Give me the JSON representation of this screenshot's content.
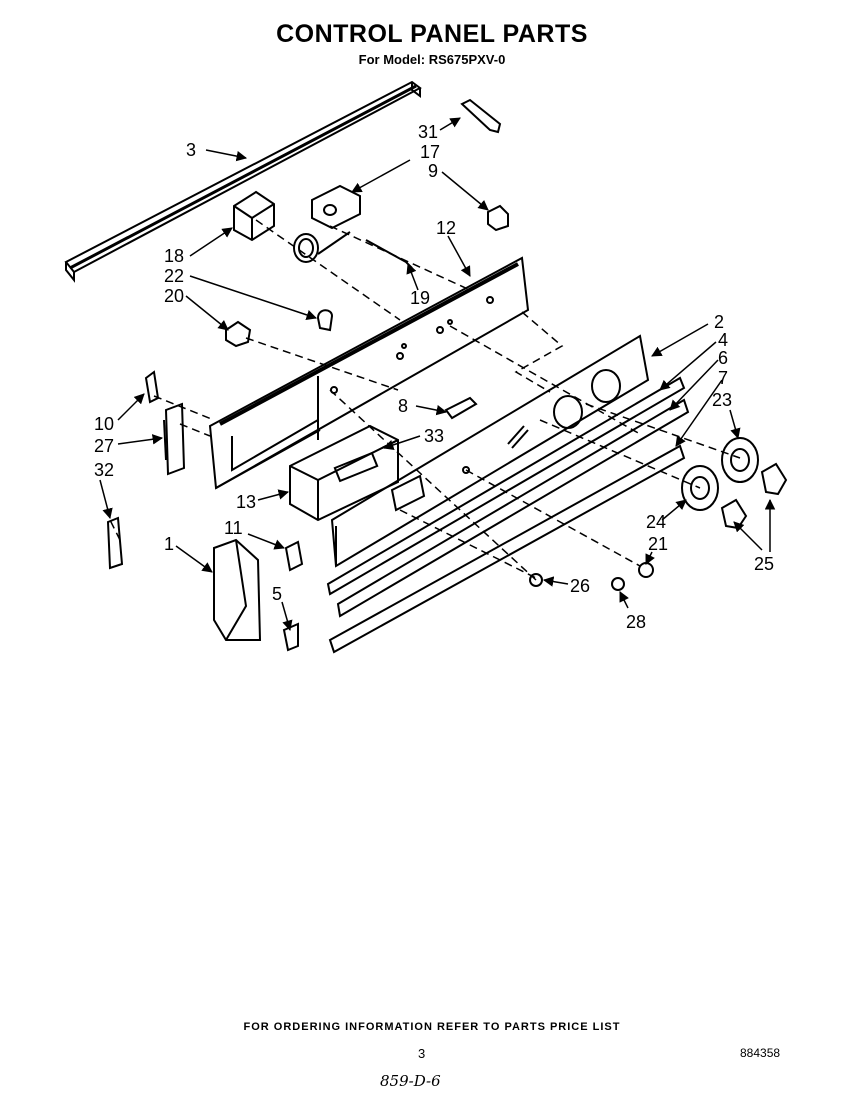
{
  "header": {
    "title": "CONTROL PANEL PARTS",
    "subtitle": "For Model: RS675PXV-0"
  },
  "callouts": [
    {
      "id": "c3",
      "label": "3"
    },
    {
      "id": "c31",
      "label": "31"
    },
    {
      "id": "c17",
      "label": "17"
    },
    {
      "id": "c9",
      "label": "9"
    },
    {
      "id": "c12",
      "label": "12"
    },
    {
      "id": "c18",
      "label": "18"
    },
    {
      "id": "c22",
      "label": "22"
    },
    {
      "id": "c20",
      "label": "20"
    },
    {
      "id": "c19",
      "label": "19"
    },
    {
      "id": "c2",
      "label": "2"
    },
    {
      "id": "c4",
      "label": "4"
    },
    {
      "id": "c6",
      "label": "6"
    },
    {
      "id": "c7",
      "label": "7"
    },
    {
      "id": "c23",
      "label": "23"
    },
    {
      "id": "c8",
      "label": "8"
    },
    {
      "id": "c10",
      "label": "10"
    },
    {
      "id": "c27",
      "label": "27"
    },
    {
      "id": "c33",
      "label": "33"
    },
    {
      "id": "c32",
      "label": "32"
    },
    {
      "id": "c13",
      "label": "13"
    },
    {
      "id": "c11",
      "label": "11"
    },
    {
      "id": "c1",
      "label": "1"
    },
    {
      "id": "c5",
      "label": "5"
    },
    {
      "id": "c24",
      "label": "24"
    },
    {
      "id": "c21",
      "label": "21"
    },
    {
      "id": "c25",
      "label": "25"
    },
    {
      "id": "c26",
      "label": "26"
    },
    {
      "id": "c28",
      "label": "28"
    }
  ],
  "footer": {
    "ordering_note": "FOR ORDERING INFORMATION REFER TO PARTS PRICE LIST",
    "page_number": "3",
    "doc_number": "884358",
    "handwritten_note": "859-D-6"
  }
}
